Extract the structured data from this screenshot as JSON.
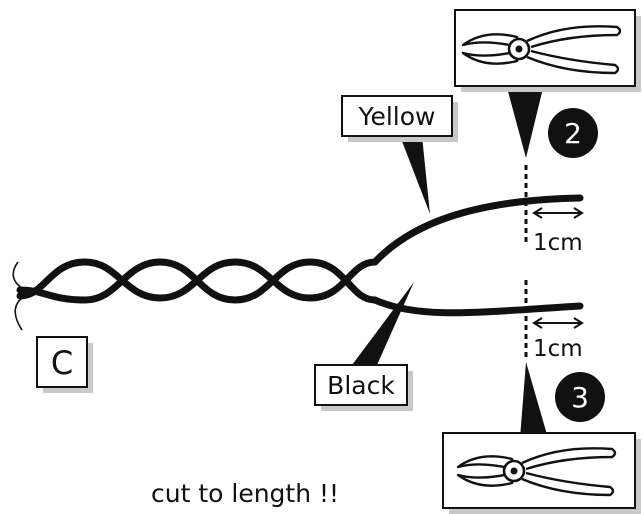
{
  "labels": {
    "part": "C",
    "wire_yellow": "Yellow",
    "wire_black": "Black",
    "step_2": "2",
    "step_3": "3",
    "length_top": "1cm",
    "length_bottom": "1cm",
    "instruction": "cut to length !!"
  },
  "icons": {
    "tool_top": "wire-cutter-pliers-icon",
    "tool_bottom": "wire-cutter-pliers-icon"
  },
  "colors": {
    "ink": "#111111",
    "shadow": "#c8c8c8",
    "paper": "#ffffff"
  }
}
